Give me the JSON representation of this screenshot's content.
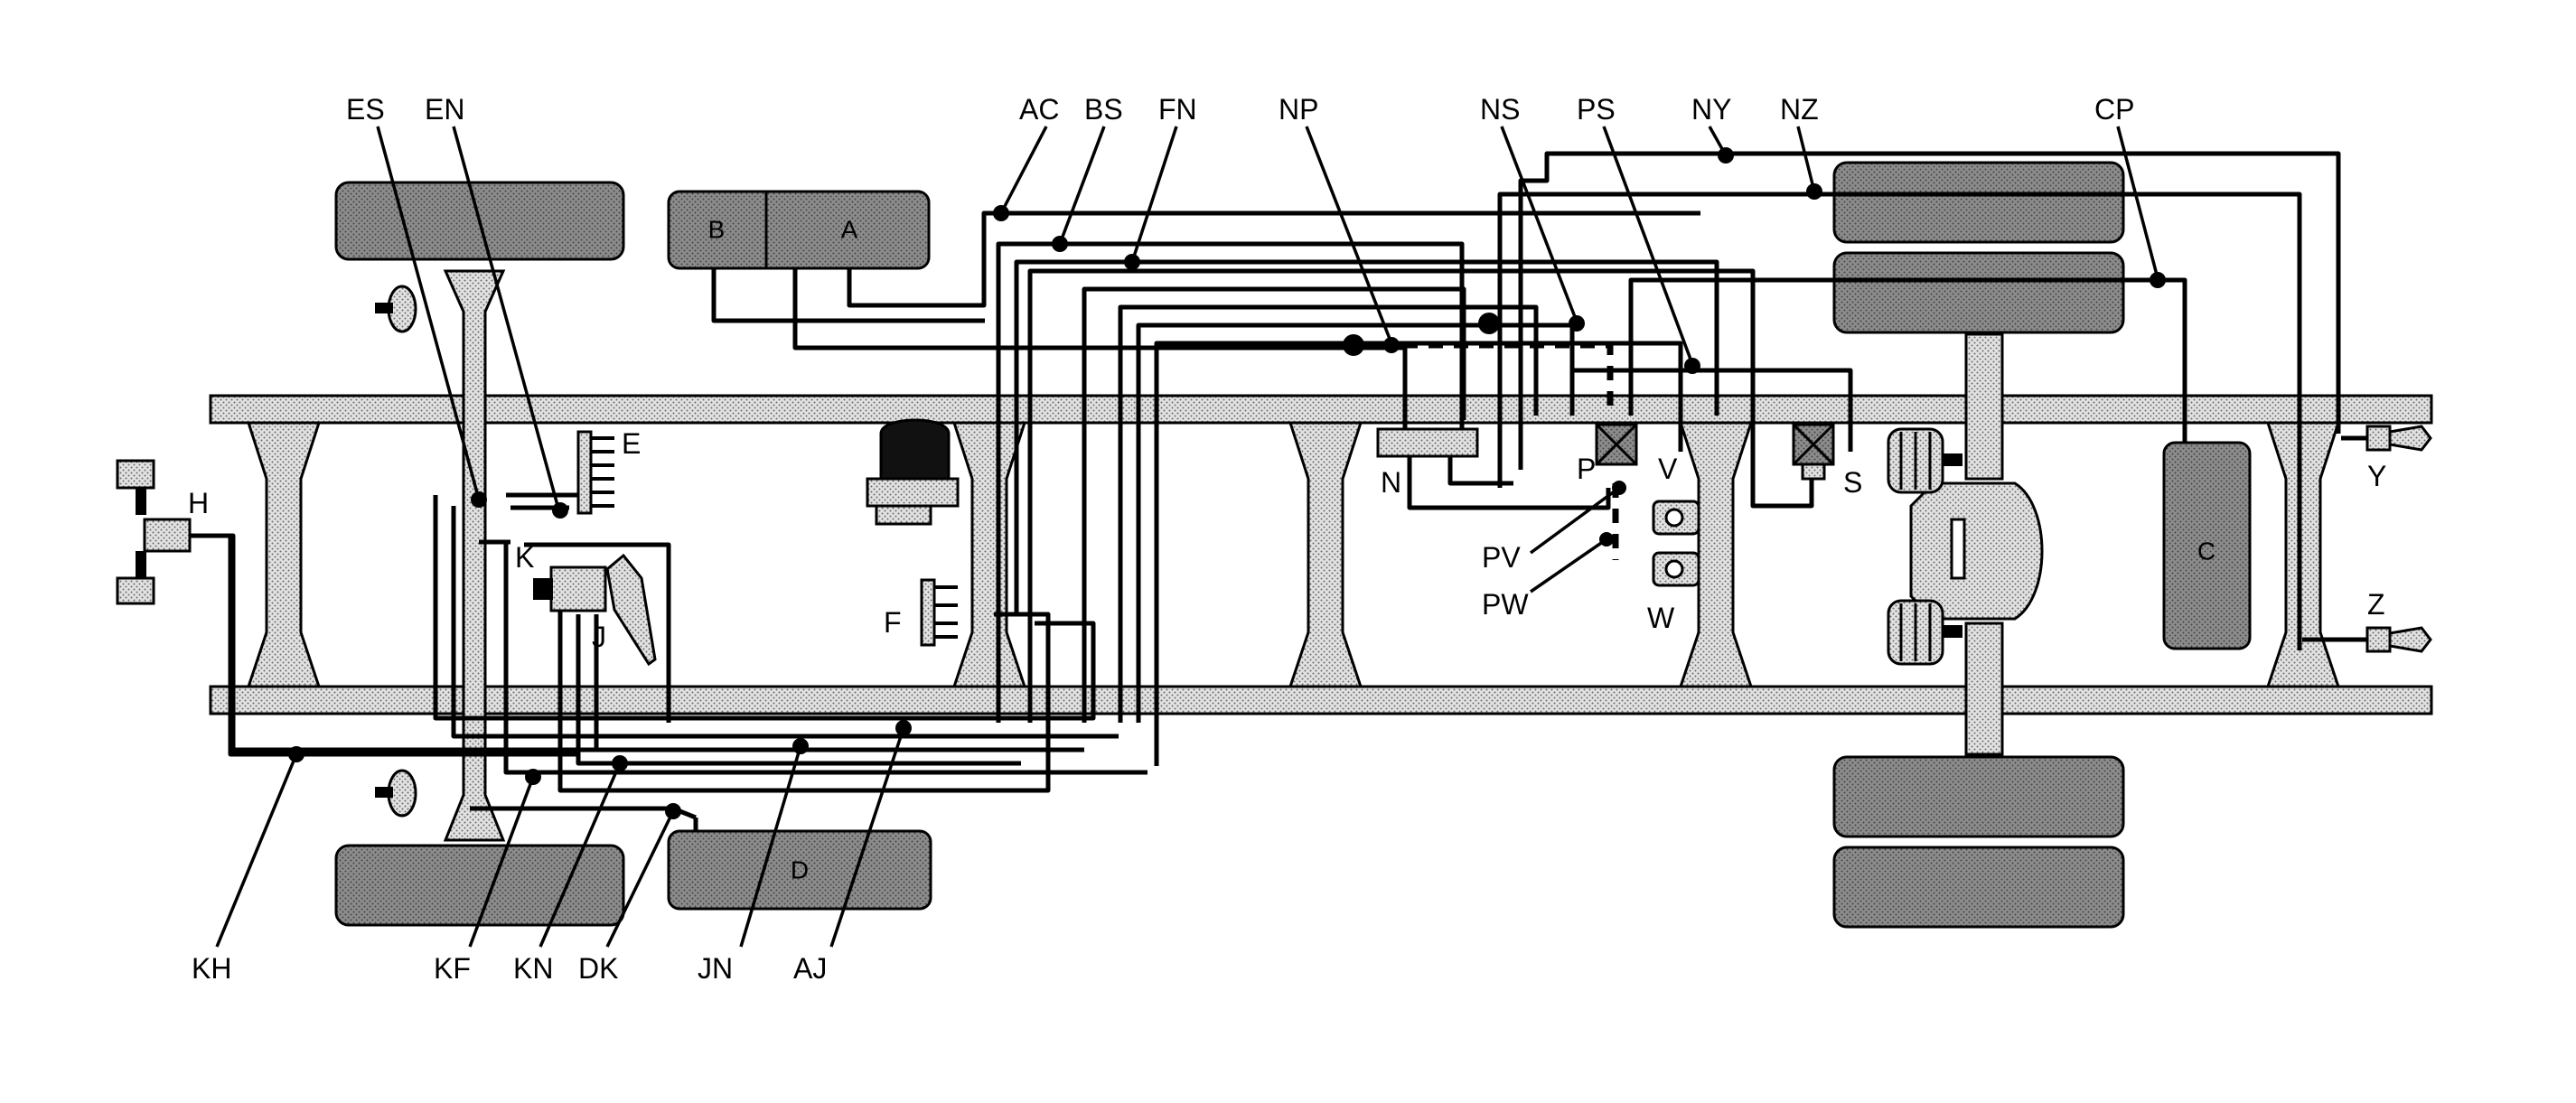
{
  "colors": {
    "line": "#000000",
    "tank_fill": "#8f8f8f",
    "frame_fill": "#d9d9d9",
    "tire_fill": "#8f8f8f",
    "background": "#ffffff"
  },
  "component_labels": {
    "A": "A",
    "B": "B",
    "C": "C",
    "D": "D",
    "E": "E",
    "F": "F",
    "H": "H",
    "J": "J",
    "K": "K",
    "N": "N",
    "P": "P",
    "S": "S",
    "V": "V",
    "W": "W",
    "Y": "Y",
    "Z": "Z"
  },
  "line_labels": {
    "ES": "ES",
    "EN": "EN",
    "AC": "AC",
    "BS": "BS",
    "FN": "FN",
    "NP": "NP",
    "NS": "NS",
    "PS": "PS",
    "NY": "NY",
    "NZ": "NZ",
    "CP": "CP",
    "PV": "PV",
    "PW": "PW",
    "KH": "KH",
    "KF": "KF",
    "KN": "KN",
    "DK": "DK",
    "JN": "JN",
    "AJ": "AJ"
  },
  "icons": [
    "air-tank-icon",
    "tire-icon",
    "frame-rail-icon",
    "cross-member-icon",
    "brake-chamber-icon",
    "valve-icon",
    "gladhand-icon",
    "air-dryer-icon",
    "manifold-icon",
    "foot-valve-icon",
    "axle-differential-icon"
  ]
}
